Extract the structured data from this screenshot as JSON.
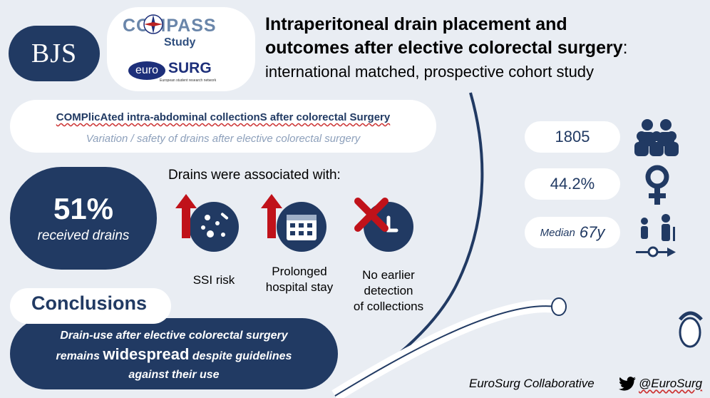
{
  "header": {
    "journal": "BJS",
    "compass_logo": "COMPASS",
    "compass_study": "Study",
    "eurosurg_euro": "euro",
    "eurosurg_surg": "SURG",
    "eurosurg_tagline": "European student research network",
    "title_line1": "Intraperitoneal drain placement and",
    "title_line2": "outcomes after elective colorectal surgery",
    "title_colon": ":",
    "subtitle": "international matched, prospective cohort study"
  },
  "banner": {
    "acronym_line": "COMPlicAted intra-abdominal collectionS after colorectal Surgery",
    "tagline": "Variation / safety of drains after elective colorectal surgery"
  },
  "result": {
    "percent": "51%",
    "label": "received drains",
    "heading": "Drains were associated with:",
    "items": [
      {
        "label": "SSI risk",
        "icon": "bacteria-icon"
      },
      {
        "label_lines": [
          "Prolonged",
          "hospital stay"
        ],
        "icon": "calendar-icon"
      },
      {
        "label_lines": [
          "No earlier",
          "detection",
          "of collections"
        ],
        "icon": "clock-icon"
      }
    ]
  },
  "stats": {
    "patients": "1805",
    "female": "44.2%",
    "age_prefix": "Median",
    "age_value": "67y"
  },
  "conclusions": {
    "heading": "Conclusions",
    "line1": "Drain-use after elective colorectal surgery",
    "line2_pre": "remains",
    "line2_emph": "widespread",
    "line2_post": "despite guidelines",
    "line3": "against their use"
  },
  "footer": {
    "collaborative": "EuroSurg Collaborative",
    "twitter": "@EuroSurg"
  },
  "colors": {
    "navy": "#213a63",
    "background": "#e9edf3",
    "red": "#c0121a",
    "muted": "#8da0bb"
  }
}
